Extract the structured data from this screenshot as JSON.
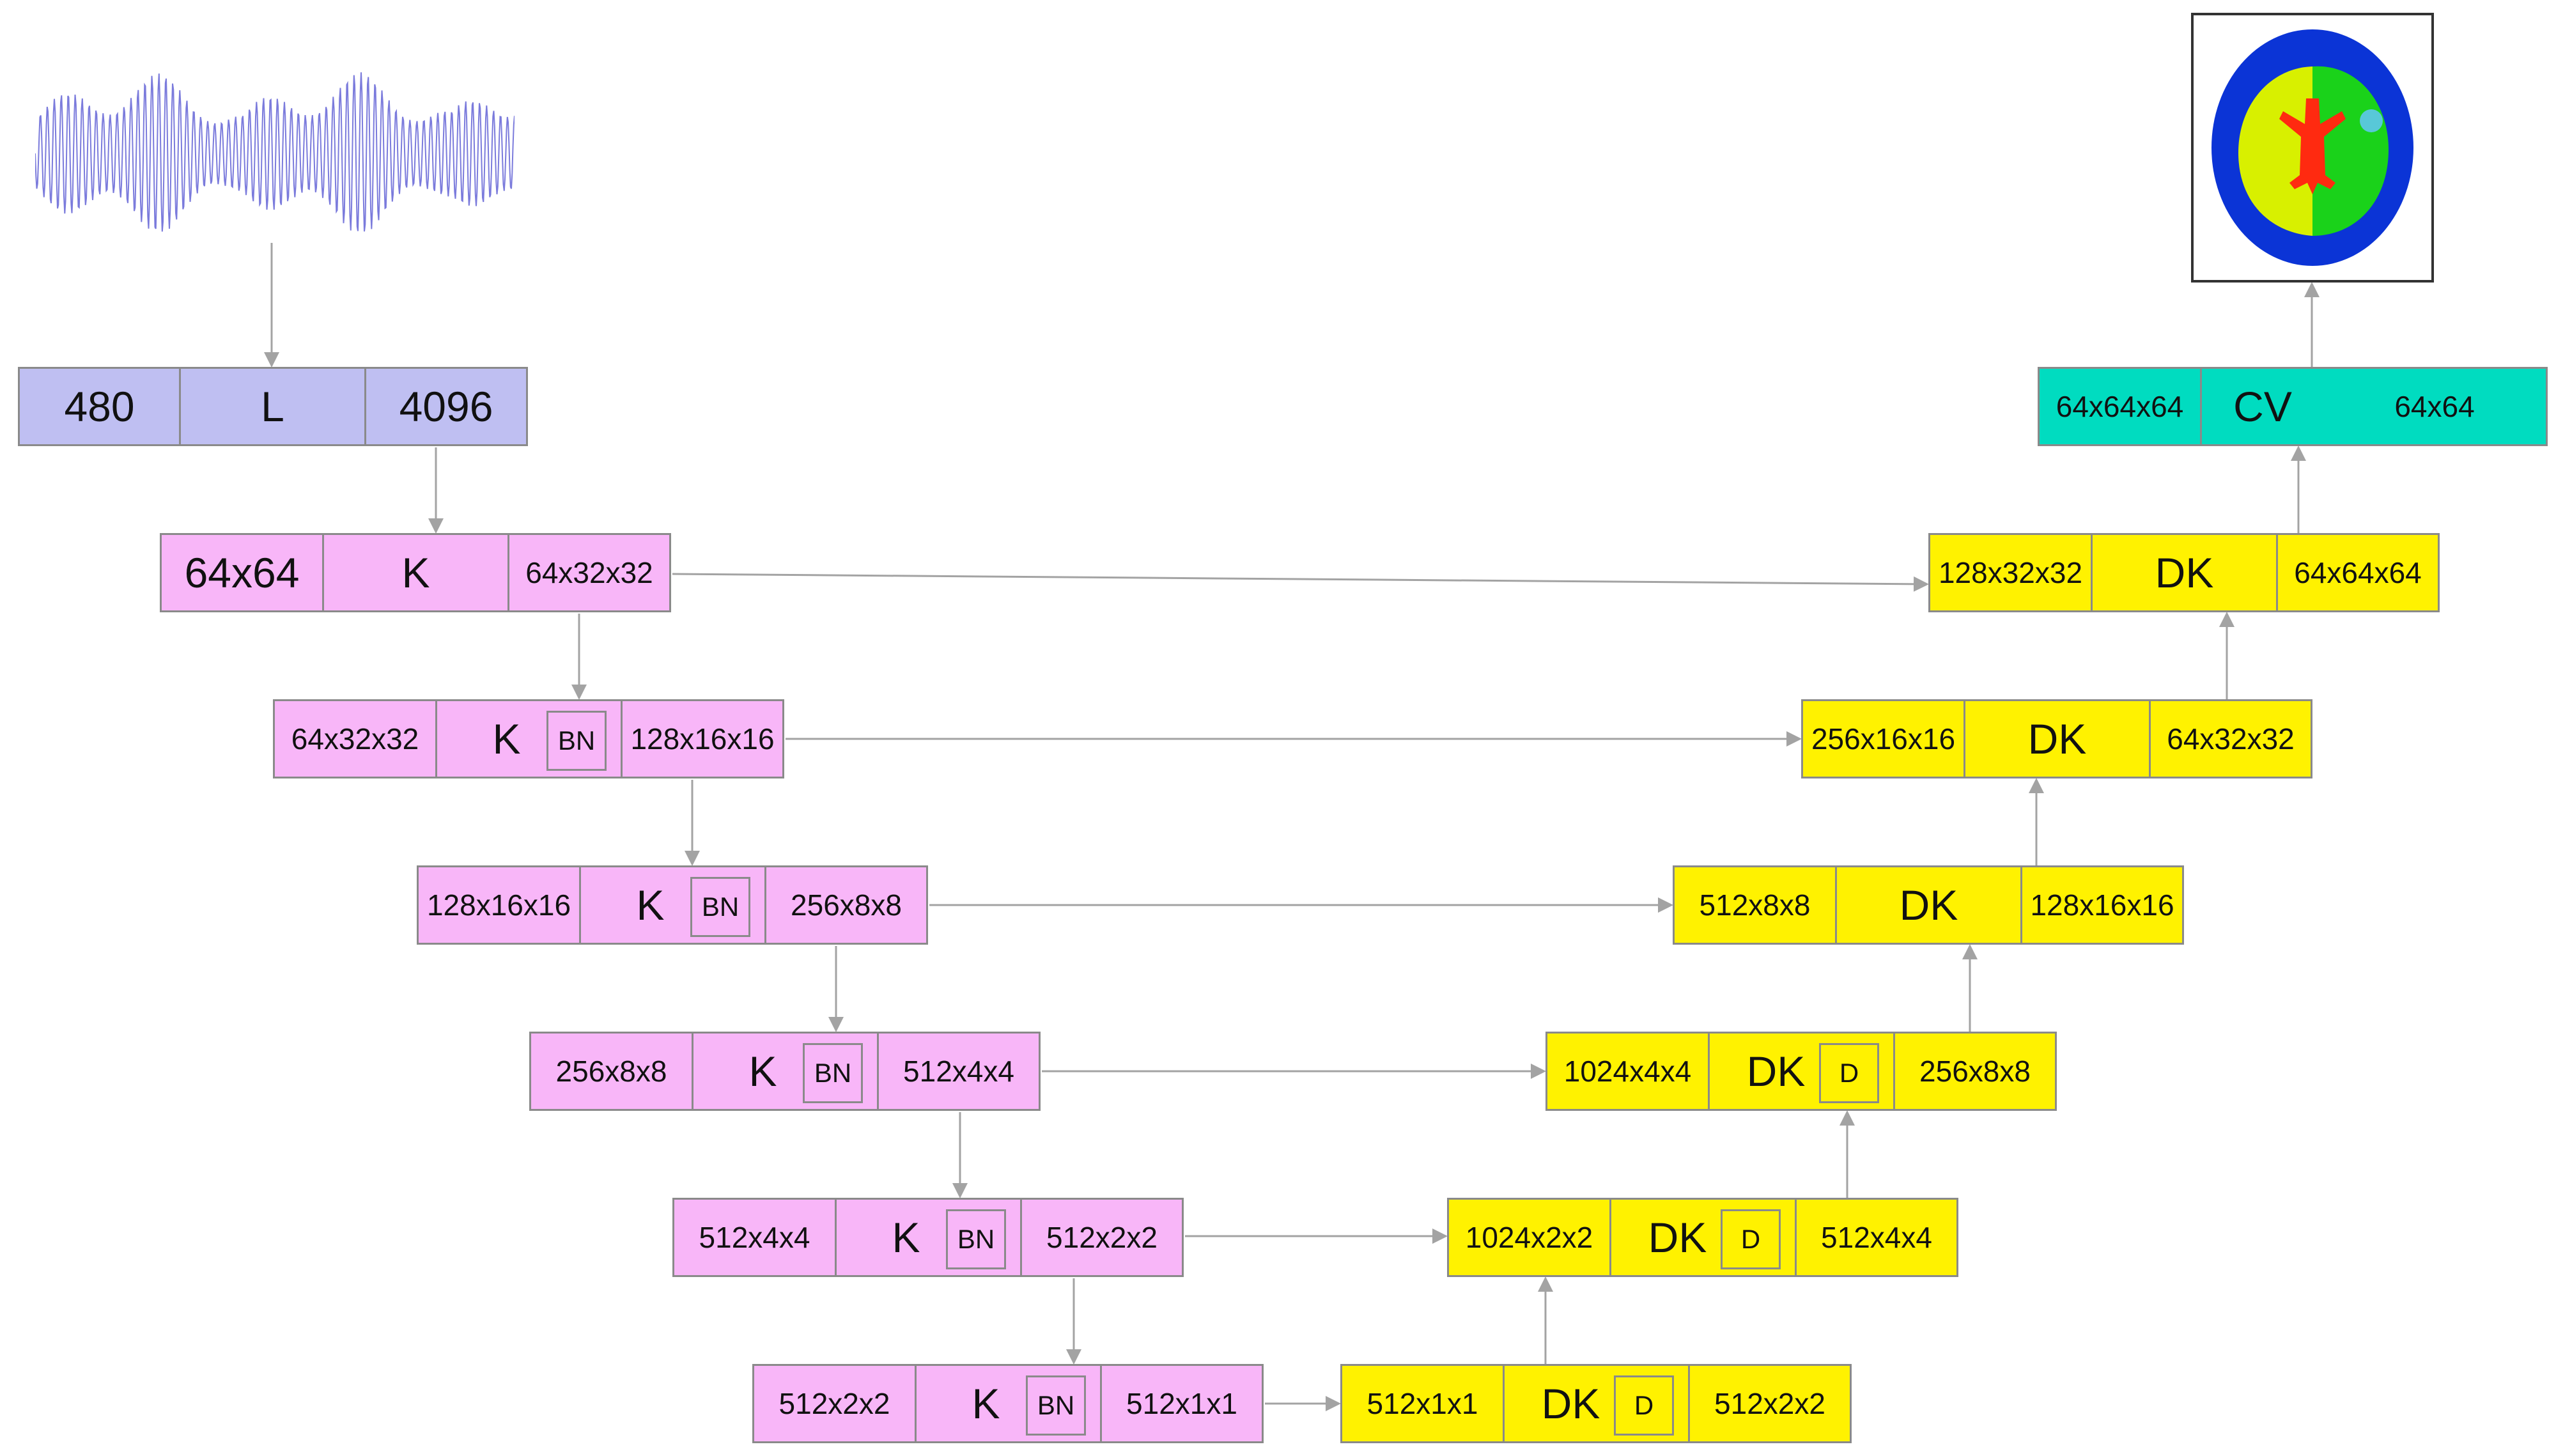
{
  "colors": {
    "input": "#bfbff2",
    "encoder": "#f8b6f8",
    "decoder": "#fff200",
    "output": "#00dcc0",
    "arrow": "#a3a3a3",
    "waveform": "#7b7bdc",
    "result_ring": "#0b34d6",
    "result_left": "#d8f000",
    "result_right": "#1ad21a",
    "result_center": "#ff2a10",
    "result_spot": "#58c8d8"
  },
  "input_block": {
    "left": "480",
    "op": "L",
    "right": "4096"
  },
  "encoder": [
    {
      "in": "64x64",
      "op": "K",
      "tag": "",
      "out": "64x32x32"
    },
    {
      "in": "64x32x32",
      "op": "K",
      "tag": "BN",
      "out": "128x16x16"
    },
    {
      "in": "128x16x16",
      "op": "K",
      "tag": "BN",
      "out": "256x8x8"
    },
    {
      "in": "256x8x8",
      "op": "K",
      "tag": "BN",
      "out": "512x4x4"
    },
    {
      "in": "512x4x4",
      "op": "K",
      "tag": "BN",
      "out": "512x2x2"
    },
    {
      "in": "512x2x2",
      "op": "K",
      "tag": "BN",
      "out": "512x1x1"
    }
  ],
  "decoder": [
    {
      "in": "512x1x1",
      "op": "DK",
      "tag": "D",
      "out": "512x2x2"
    },
    {
      "in": "1024x2x2",
      "op": "DK",
      "tag": "D",
      "out": "512x4x4"
    },
    {
      "in": "1024x4x4",
      "op": "DK",
      "tag": "D",
      "out": "256x8x8"
    },
    {
      "in": "512x8x8",
      "op": "DK",
      "tag": "",
      "out": "128x16x16"
    },
    {
      "in": "256x16x16",
      "op": "DK",
      "tag": "",
      "out": "64x32x32"
    },
    {
      "in": "128x32x32",
      "op": "DK",
      "tag": "",
      "out": "64x64x64"
    }
  ],
  "output_block": {
    "in": "64x64x64",
    "op": "CV",
    "out": "64x64"
  }
}
